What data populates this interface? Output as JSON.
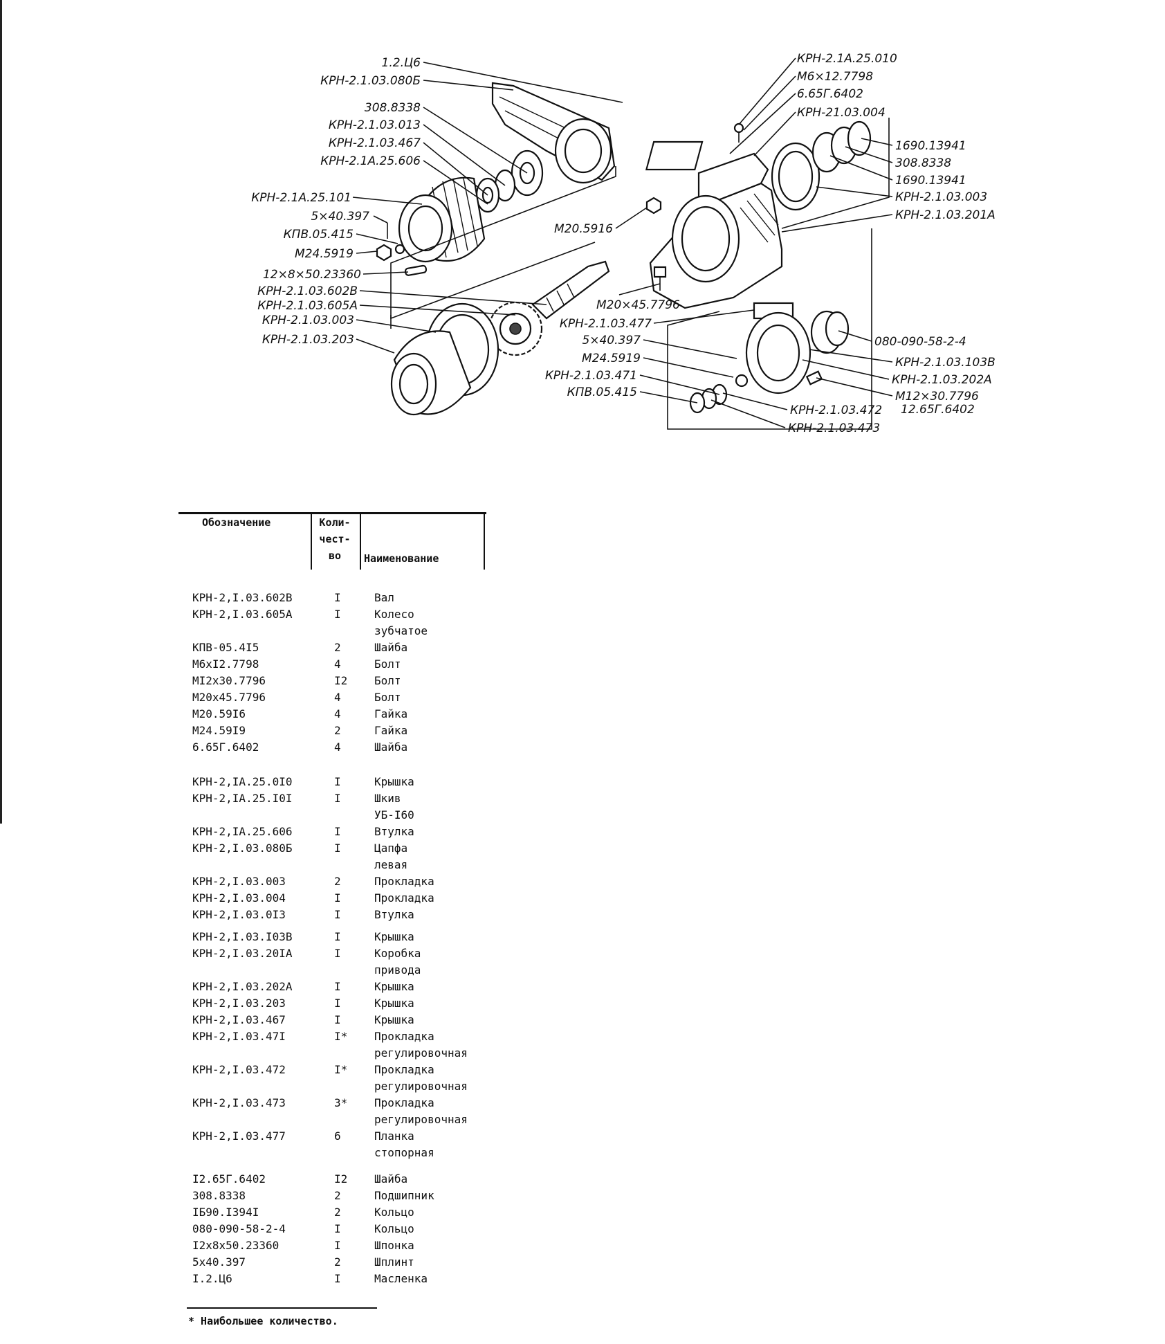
{
  "callouts": {
    "l01": "1.2.Ц6",
    "l02": "КРН-2.1.03.080Б",
    "l03": "308.8338",
    "l04": "КРН-2.1.03.013",
    "l05": "КРН-2.1.03.467",
    "l06": "КРН-2.1А.25.606",
    "l07": "КРН-2.1А.25.101",
    "l08": "5×40.397",
    "l09": "КПВ.05.415",
    "l10": "М24.5919",
    "l11": "12×8×50.23360",
    "l12": "КРН-2.1.03.602В",
    "l13": "КРН-2.1.03.605А",
    "l14": "КРН-2.1.03.003",
    "l15": "КРН-2.1.03.203",
    "r01": "КРН-2.1А.25.010",
    "r02": "М6×12.7798",
    "r03": "6.65Г.6402",
    "r04": "КРН-21.03.004",
    "r05": "1690.13941",
    "r06": "308.8338",
    "r07": "1690.13941",
    "r08": "КРН-2.1.03.003",
    "r09": "КРН-2.1.03.201А",
    "m01": "М20.5916",
    "m02": "М20×45.7796",
    "m03": "КРН-2.1.03.477",
    "m04": "5×40.397",
    "m05": "М24.5919",
    "m06": "КРН-2.1.03.471",
    "m07": "КПВ.05.415",
    "m08": "080-090-58-2-4",
    "m09": "КРН-2.1.03.103В",
    "m10": "КРН-2.1.03.202А",
    "m11": "М12×30.7796",
    "m12": "12.65Г.6402",
    "m13": "КРН-2.1.03.472",
    "m14": "КРН-2.1.03.473"
  },
  "table": {
    "col_designation": "Обозначение",
    "col_qty_1": "Коли-",
    "col_qty_2": "чест-",
    "col_qty_3": "во",
    "col_name": "Наименование",
    "rows": [
      {
        "d": "КРН-2,I.03.602В",
        "q": "I",
        "n": "Вал"
      },
      {
        "d": "КРН-2,I.03.605А",
        "q": "I",
        "n": "Колесо\nзубчатое"
      },
      {
        "d": "КПВ-05.4I5",
        "q": "2",
        "n": "Шайба"
      },
      {
        "d": "М6хI2.7798",
        "q": "4",
        "n": "Болт"
      },
      {
        "d": "МI2х30.7796",
        "q": "I2",
        "n": "Болт"
      },
      {
        "d": "М20х45.7796",
        "q": "4",
        "n": "Болт"
      },
      {
        "d": "М20.59I6",
        "q": "4",
        "n": "Гайка"
      },
      {
        "d": "М24.59I9",
        "q": "2",
        "n": "Гайка"
      },
      {
        "d": "6.65Г.6402",
        "q": "4",
        "n": "Шайба"
      },
      {
        "d": "КРН-2,IА.25.0I0",
        "q": "I",
        "n": "Крышка"
      },
      {
        "d": "КРН-2,IА.25.I0I",
        "q": "I",
        "n": "Шкив\nУБ-I60"
      },
      {
        "d": "КРН-2,IА.25.606",
        "q": "I",
        "n": "Втулка"
      },
      {
        "d": "КРН-2,I.03.080Б",
        "q": "I",
        "n": "Цапфа\nлевая"
      },
      {
        "d": "КРН-2,I.03.003",
        "q": "2",
        "n": "Прокладка"
      },
      {
        "d": "КРН-2,I.03.004",
        "q": "I",
        "n": "Прокладка"
      },
      {
        "d": "КРН-2,I.03.0I3",
        "q": "I",
        "n": "Втулка"
      },
      {
        "d": "КРН-2,I.03.I03В",
        "q": "I",
        "n": "Крышка"
      },
      {
        "d": "КРН-2,I.03.20IА",
        "q": "I",
        "n": "Коробка\nпривода"
      },
      {
        "d": "КРН-2,I.03.202А",
        "q": "I",
        "n": "Крышка"
      },
      {
        "d": "КРН-2,I.03.203",
        "q": "I",
        "n": "Крышка"
      },
      {
        "d": "КРН-2,I.03.467",
        "q": "I",
        "n": "Крышка"
      },
      {
        "d": "КРН-2,I.03.47I",
        "q": "I*",
        "n": "Прокладка\nрегулировочная"
      },
      {
        "d": "КРН-2,I.03.472",
        "q": "I*",
        "n": "Прокладка\nрегулировочная"
      },
      {
        "d": "КРН-2,I.03.473",
        "q": "3*",
        "n": "Прокладка\nрегулировочная"
      },
      {
        "d": "КРН-2,I.03.477",
        "q": "6",
        "n": "Планка\nстопорная"
      },
      {
        "d": "I2.65Г.6402",
        "q": "I2",
        "n": "Шайба"
      },
      {
        "d": "308.8338",
        "q": "2",
        "n": "Подшипник"
      },
      {
        "d": "IБ90.I394I",
        "q": "2",
        "n": "Кольцо"
      },
      {
        "d": "080-090-58-2-4",
        "q": "I",
        "n": "Кольцо"
      },
      {
        "d": "I2х8х50.23360",
        "q": "I",
        "n": "Шпонка"
      },
      {
        "d": "5х40.397",
        "q": "2",
        "n": "Шплинт"
      },
      {
        "d": "I.2.Ц6",
        "q": "I",
        "n": "Масленка"
      }
    ]
  },
  "footnote": "* Наибольшее количество."
}
